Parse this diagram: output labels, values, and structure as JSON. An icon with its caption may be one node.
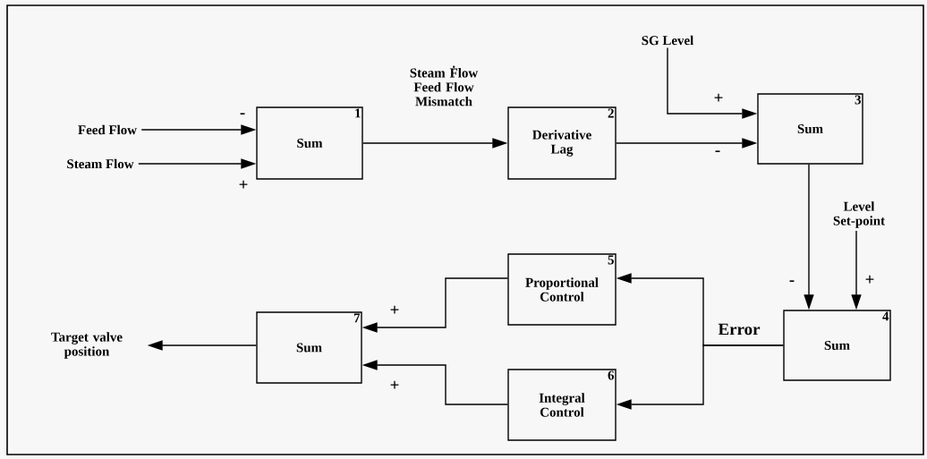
{
  "diagram": {
    "nodes": [
      {
        "text": [
          "Feed Flow"
        ]
      },
      {
        "text": [
          "Steam Flow"
        ]
      },
      {
        "text": [
          "1",
          "Sum"
        ]
      },
      {
        "text": [
          "2",
          "Derivative Lag"
        ]
      },
      {
        "text": [
          "SG Level"
        ]
      },
      {
        "text": [
          "3",
          "Sum"
        ]
      },
      {
        "text": [
          "Level Set-point"
        ]
      },
      {
        "text": [
          "4",
          "Sum"
        ]
      },
      {
        "text": [
          "5",
          "Proportional Control"
        ]
      },
      {
        "text": [
          "6",
          "Integral Control"
        ]
      },
      {
        "text": [
          "7",
          "Sum"
        ]
      },
      {
        "text": [
          "Target valve position"
        ]
      }
    ],
    "edges": [
      {
        "from": 0,
        "to": 2,
        "arrow": "to",
        "label": "-"
      },
      {
        "from": 1,
        "to": 2,
        "arrow": "to",
        "label": "+"
      },
      {
        "from": 2,
        "to": 3,
        "arrow": "to",
        "label": "Steam Ḟlow Feed Flow Mismatch"
      },
      {
        "from": 4,
        "to": 5,
        "arrow": "to",
        "label": "+"
      },
      {
        "from": 3,
        "to": 5,
        "arrow": "to",
        "label": "-"
      },
      {
        "from": 5,
        "to": 7,
        "arrow": "to",
        "label": "-"
      },
      {
        "from": 6,
        "to": 7,
        "arrow": "to",
        "label": "+"
      },
      {
        "from": 7,
        "to": 8,
        "arrow": "to",
        "label": "Error"
      },
      {
        "from": 7,
        "to": 9,
        "arrow": "to"
      },
      {
        "from": 8,
        "to": 10,
        "arrow": "to",
        "label": "+"
      },
      {
        "from": 9,
        "to": 10,
        "arrow": "to",
        "label": "+"
      },
      {
        "from": 10,
        "to": 11,
        "arrow": "to"
      }
    ]
  }
}
